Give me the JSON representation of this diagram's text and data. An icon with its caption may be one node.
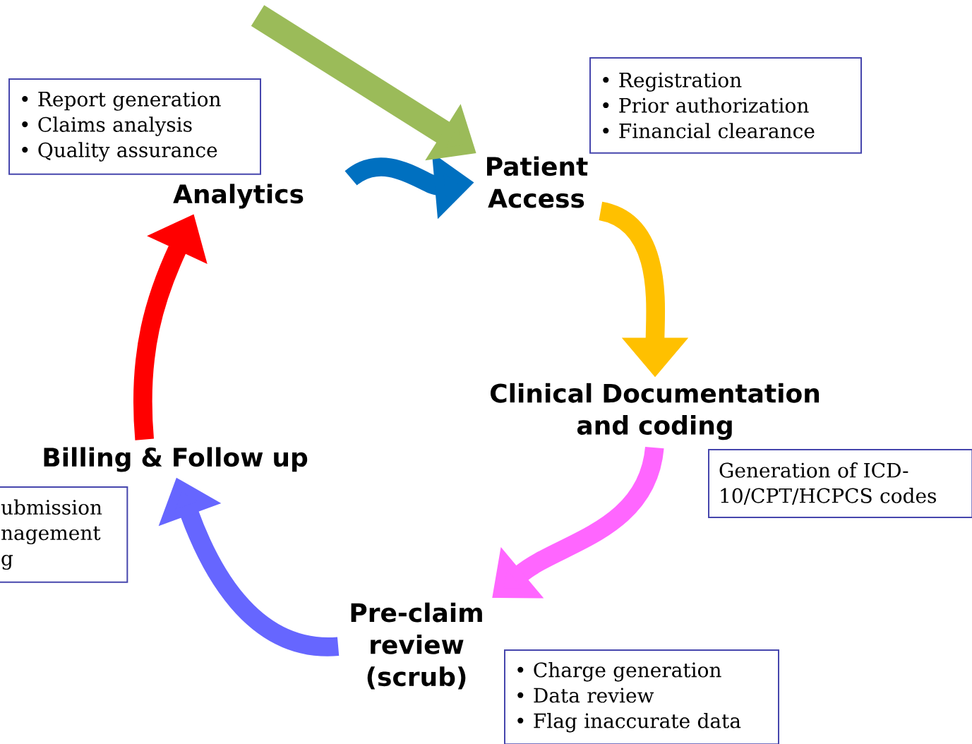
{
  "diagram": {
    "nodes": [
      {
        "text": [
          "• Report generation",
          "• Claims analysis",
          "• Quality assurance"
        ]
      },
      {
        "text": [
          "Analytics"
        ]
      },
      {
        "text": [
          "• Registration",
          "• Prior authorization",
          "• Financial clearance"
        ]
      },
      {
        "text": [
          "Patient Access"
        ]
      },
      {
        "text": [
          "Clinical Documentation and coding"
        ]
      },
      {
        "text": [
          "Generation of ICD-10/CPT/HCPCS codes"
        ]
      },
      {
        "text": [
          "Pre-claim review (scrub)"
        ]
      },
      {
        "text": [
          "• Charge generation",
          "• Data review",
          "• Flag inaccurate data"
        ]
      },
      {
        "text": [
          "Billing & Follow up"
        ]
      },
      {
        "text": [
          "ubmission",
          "nagement",
          "g"
        ]
      }
    ],
    "edges": [
      {
        "from": 1,
        "to": 3,
        "arrow": "to",
        "color": "#0070c0"
      },
      {
        "from": 3,
        "to": 4,
        "arrow": "to",
        "color": "#ffc000"
      },
      {
        "from": 4,
        "to": 6,
        "arrow": "to",
        "color": "#ff66ff"
      },
      {
        "from": 6,
        "to": 8,
        "arrow": "to",
        "color": "#6666ff"
      },
      {
        "from": 8,
        "to": 1,
        "arrow": "to",
        "color": "#ff0000"
      },
      {
        "from": null,
        "to": 3,
        "arrow": "to",
        "color": "#9bbb59"
      }
    ]
  }
}
